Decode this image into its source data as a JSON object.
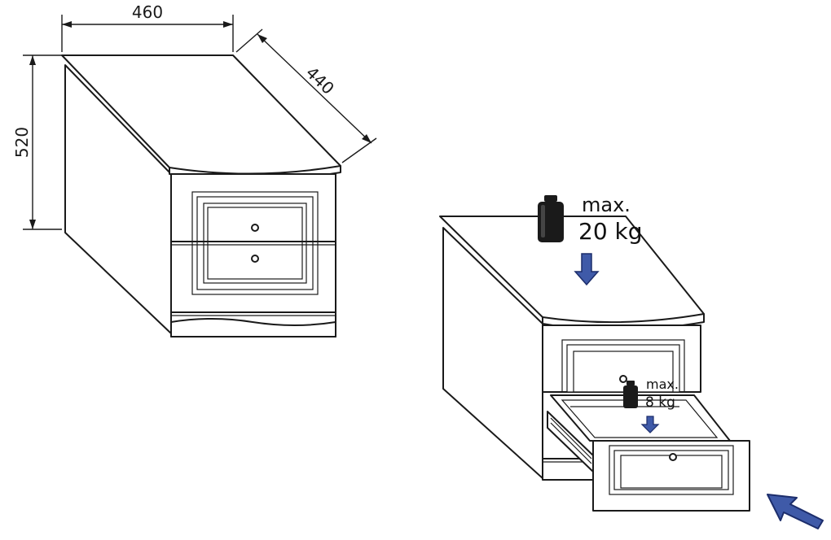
{
  "dimensions": {
    "width_label": "460",
    "depth_label": "440",
    "height_label": "520"
  },
  "top_load": {
    "line1": "max.",
    "line2": "20 kg"
  },
  "drawer_load": {
    "line1": "max.",
    "line2": "8 kg"
  },
  "colors": {
    "arrow_fill": "#3f5aa8",
    "arrow_dark": "#1c2d6b",
    "weight": "#1a1a1a",
    "line": "#1a1a1a"
  },
  "icons": {
    "weight": "weight-icon",
    "down_arrow": "down-arrow-icon",
    "push_arrow": "push-arrow-icon"
  }
}
